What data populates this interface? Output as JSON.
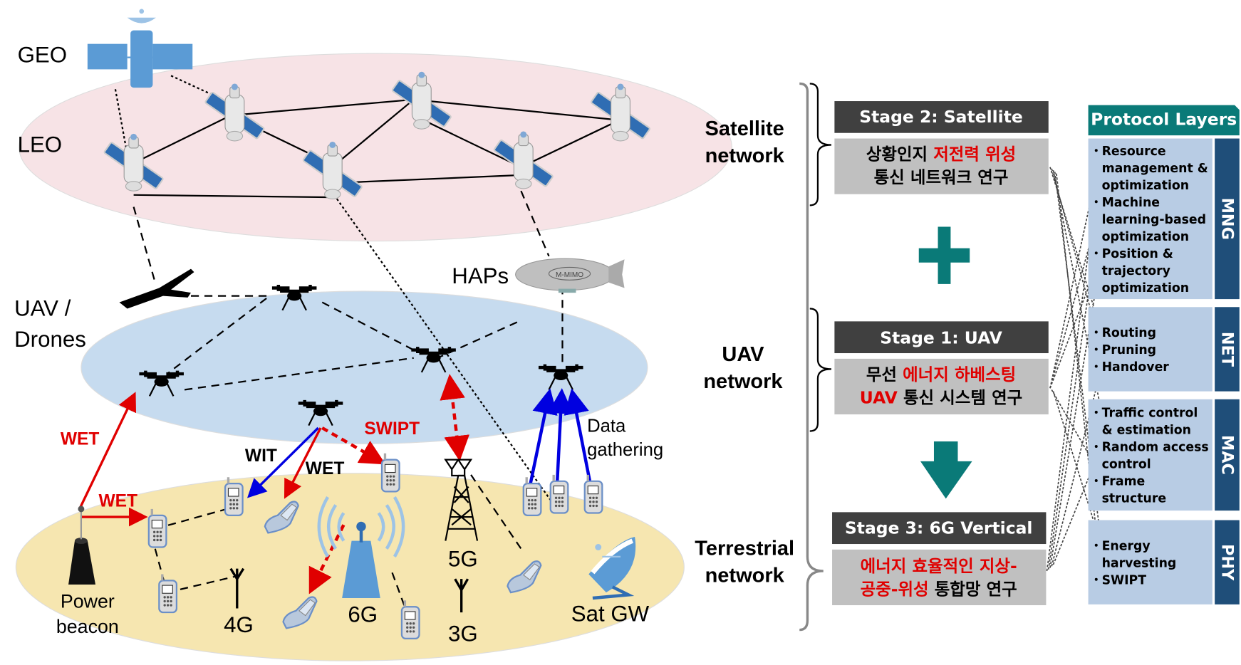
{
  "diagram": {
    "layers_left": {
      "geo": "GEO",
      "leo": "LEO",
      "uav_line1": "UAV /",
      "uav_line2": "Drones",
      "haps": "HAPs",
      "haps_badge": "M-MIMO"
    },
    "links": {
      "wet_left": "WET",
      "wet_beacon": "WET",
      "wit": "WIT",
      "wet_mid": "WET",
      "swipt": "SWIPT",
      "data_line1": "Data",
      "data_line2": "gathering"
    },
    "ground": {
      "power_line1": "Power",
      "power_line2": "beacon",
      "g4": "4G",
      "g6": "6G",
      "g5": "5G",
      "g3": "3G",
      "satgw": "Sat GW"
    },
    "network_labels": {
      "sat_1": "Satellite",
      "sat_2": "network",
      "uav_1": "UAV",
      "uav_2": "network",
      "ter_1": "Terrestrial",
      "ter_2": "network"
    },
    "stages": [
      {
        "title": "Stage 2: Satellite",
        "line1": [
          {
            "t": "상황인지 ",
            "c": "black"
          },
          {
            "t": "저전력 위성",
            "c": "red"
          }
        ],
        "line2": [
          {
            "t": "통신 네트워크 연구",
            "c": "black"
          }
        ]
      },
      {
        "title": "Stage 1: UAV",
        "line1": [
          {
            "t": "무선 ",
            "c": "black"
          },
          {
            "t": "에너지 하베스팅",
            "c": "red"
          }
        ],
        "line2": [
          {
            "t": "UAV",
            "c": "red"
          },
          {
            "t": " 통신 시스템 연구",
            "c": "black"
          }
        ]
      },
      {
        "title": "Stage 3: 6G Vertical",
        "line1": [
          {
            "t": "에너지 효율적인 지상-",
            "c": "red"
          }
        ],
        "line2": [
          {
            "t": "공중-위성",
            "c": "red"
          },
          {
            "t": " 통합망 연구",
            "c": "black"
          }
        ]
      }
    ],
    "operators": {
      "plus": "plus-icon",
      "arrow": "arrow-down-icon"
    },
    "protocol": {
      "title": "Protocol Layers",
      "layers": [
        {
          "tag": "MNG",
          "items": [
            "Resource",
            "management &",
            "optimization",
            "Machine",
            "learning-based",
            "optimization",
            "Position &",
            "trajectory",
            "optimization"
          ],
          "bullets": [
            0,
            3,
            6
          ]
        },
        {
          "tag": "NET",
          "items": [
            "Routing",
            "Pruning",
            "Handover"
          ],
          "bullets": [
            0,
            1,
            2
          ]
        },
        {
          "tag": "MAC",
          "items": [
            "Traffic control",
            "& estimation",
            "Random access",
            "control",
            "Frame",
            "structure"
          ],
          "bullets": [
            0,
            2,
            4
          ]
        },
        {
          "tag": "PHY",
          "items": [
            "Energy",
            "harvesting",
            "SWIPT"
          ],
          "bullets": [
            0,
            2
          ]
        }
      ]
    },
    "colors": {
      "sat_layer": "#f7e3e6",
      "uav_layer": "#c6dbef",
      "ground_layer": "#f6e6b0",
      "teal": "#0a7a78",
      "layer_box": "#b8cce4",
      "layer_tag": "#1f4e79",
      "stage_head": "#404040",
      "stage_body": "#c0c0c0",
      "red": "#e00000",
      "blue": "#0000e0"
    }
  }
}
